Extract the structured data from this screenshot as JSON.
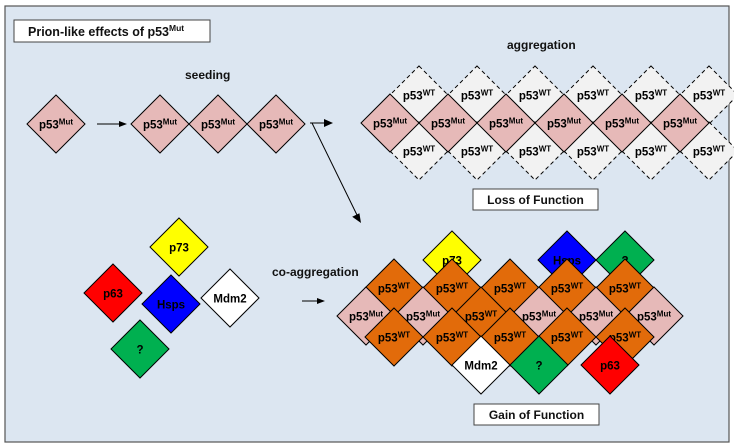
{
  "title": {
    "text": "Prion-like effects of p53",
    "sup": "Mut"
  },
  "labels": {
    "seeding": "seeding",
    "aggregation": "aggregation",
    "co_aggregation": "co-aggregation",
    "loss": "Loss of Function",
    "gain": "Gain of Function"
  },
  "proteins": {
    "mut": {
      "base": "p53",
      "sup": "Mut"
    },
    "wt": {
      "base": "p53",
      "sup": "WT"
    },
    "p73": "p73",
    "p63": "p63",
    "hsps": "Hsps",
    "mdm2": "Mdm2",
    "unknown": "?"
  },
  "colors": {
    "background": "#dce6f1",
    "mut": "#e6b9b8",
    "wt": "#f2f2f2",
    "orange": "#e26b0a",
    "yellow": "#ffff00",
    "red": "#ff0000",
    "blue": "#0000ff",
    "green": "#00b050",
    "white": "#ffffff"
  }
}
